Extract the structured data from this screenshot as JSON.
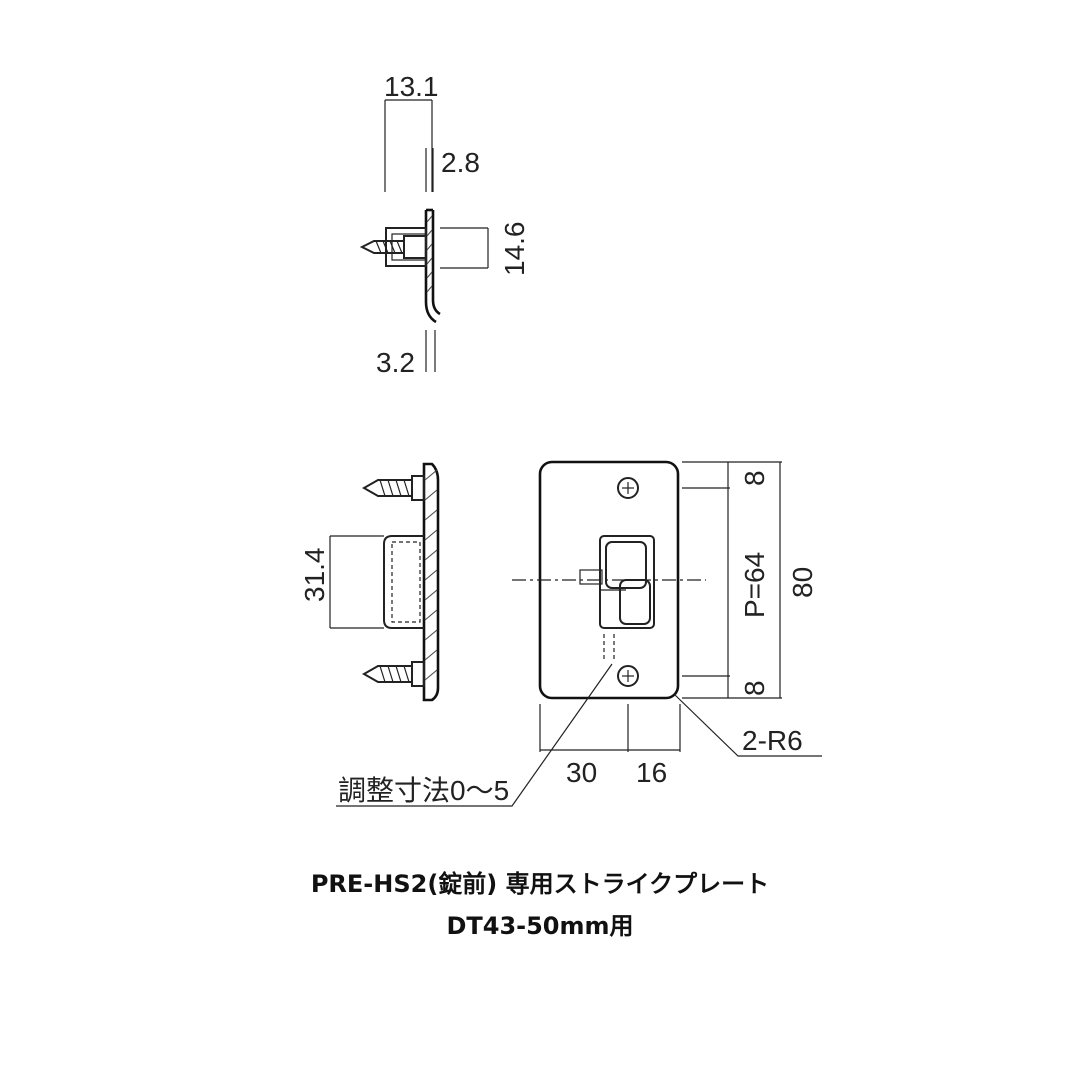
{
  "dimensions": {
    "thickness_total": "13.1",
    "plate_thickness": "2.8",
    "side_height": "14.6",
    "lip_offset": "3.2",
    "box_height": "31.4",
    "pitch": "P=64",
    "edge_top": "8",
    "edge_bottom": "8",
    "total_height": "80",
    "corner_radius": "2-R6",
    "width_left": "30",
    "width_right": "16",
    "adjustment": "調整寸法0〜5"
  },
  "caption": {
    "line1": "PRE-HS2(錠前) 専用ストライクプレート",
    "line2": "DT43-50mm用"
  },
  "colors": {
    "line": "#222222",
    "background": "#ffffff"
  }
}
